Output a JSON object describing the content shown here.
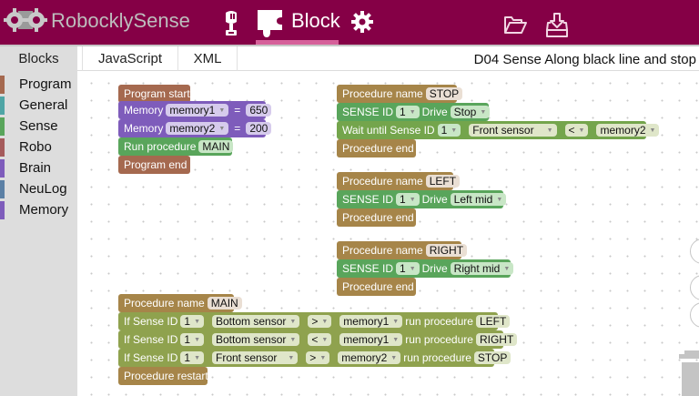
{
  "header": {
    "app_title": "RobocklySense",
    "active_tab_label": "Block",
    "icons": [
      "logo-gears-icon",
      "robot-icon",
      "puzzle-block-icon",
      "gear-icon",
      "folder-open-icon",
      "download-tray-icon"
    ],
    "colors": {
      "bar": "#850046",
      "active_underline": "#d6609a"
    }
  },
  "tabs": [
    {
      "label": "Blocks"
    },
    {
      "label": "JavaScript"
    },
    {
      "label": "XML"
    }
  ],
  "program_title": "D04 Sense Along black line and stop",
  "categories": [
    {
      "label": "Program",
      "color": "#a5694f"
    },
    {
      "label": "General",
      "color": "#4fa5a5"
    },
    {
      "label": "Sense",
      "color": "#59a55b"
    },
    {
      "label": "Robo",
      "color": "#a55b5b"
    },
    {
      "label": "Brain",
      "color": "#7e5cbb"
    },
    {
      "label": "NeuLog",
      "color": "#5b80a5"
    },
    {
      "label": "Memory",
      "color": "#7e5cbb"
    }
  ],
  "blocks": {
    "program": {
      "start": "Program start",
      "mem1": {
        "label": "Memory",
        "var": "memory1",
        "eq": "=",
        "value": "650"
      },
      "mem2": {
        "label": "Memory",
        "var": "memory2",
        "eq": "=",
        "value": "200"
      },
      "run": {
        "label": "Run procedure",
        "name": "MAIN"
      },
      "end": "Program end"
    },
    "stop": {
      "head": "Procedure name",
      "name": "STOP",
      "sense": {
        "label": "SENSE ID",
        "id": "1",
        "drive": "Drive",
        "action": "Stop"
      },
      "wait": {
        "label": "Wait until Sense ID",
        "id": "1",
        "sensor": "Front sensor",
        "op": "<",
        "var": "memory2"
      },
      "end": "Procedure end"
    },
    "left": {
      "head": "Procedure name",
      "name": "LEFT",
      "sense": {
        "label": "SENSE ID",
        "id": "1",
        "drive": "Drive",
        "action": "Left mid"
      },
      "end": "Procedure end"
    },
    "right": {
      "head": "Procedure name",
      "name": "RIGHT",
      "sense": {
        "label": "SENSE ID",
        "id": "1",
        "drive": "Drive",
        "action": "Right mid"
      },
      "end": "Procedure end"
    },
    "main": {
      "head": "Procedure name",
      "name": "MAIN",
      "rows": [
        {
          "label": "If Sense ID",
          "id": "1",
          "sensor": "Bottom sensor",
          "op": ">",
          "var": "memory1",
          "run": "run procedure",
          "proc": "LEFT"
        },
        {
          "label": "If Sense ID",
          "id": "1",
          "sensor": "Bottom sensor",
          "op": "<",
          "var": "memory1",
          "run": "run procedure",
          "proc": "RIGHT"
        },
        {
          "label": "If Sense ID",
          "id": "1",
          "sensor": "Front sensor",
          "op": ">",
          "var": "memory2",
          "run": "run procedure",
          "proc": "STOP"
        }
      ],
      "restart": "Procedure restart"
    }
  },
  "dropdown_glyph": "▼"
}
